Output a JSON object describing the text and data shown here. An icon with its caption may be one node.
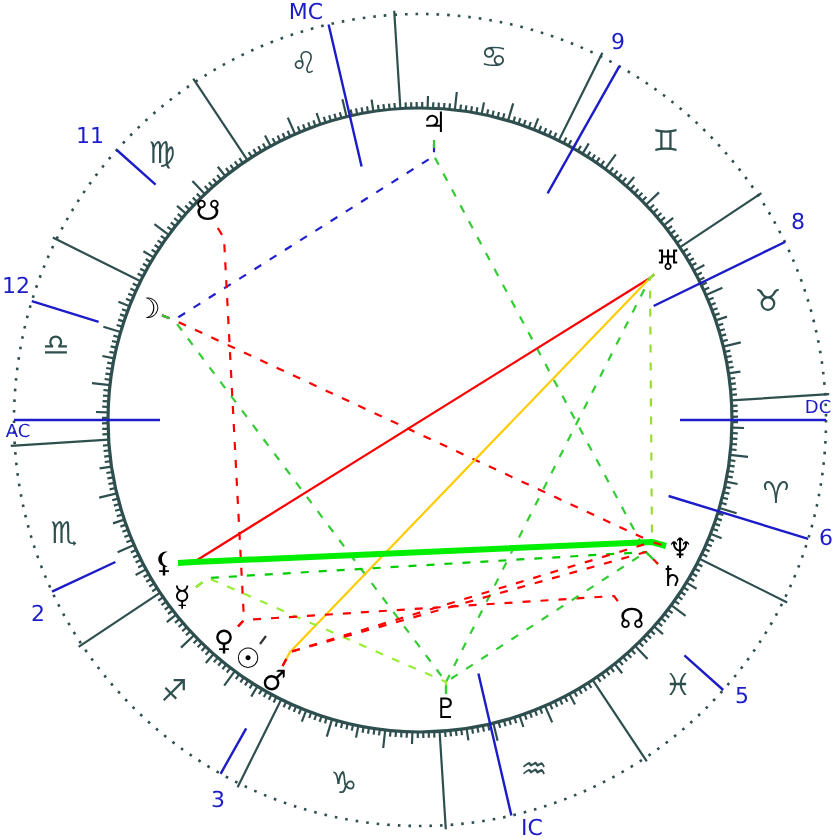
{
  "diagram": {
    "nodes": [
      {
        "text": [
          "♃"
        ]
      },
      {
        "text": [
          "☋"
        ]
      },
      {
        "text": [
          "♅"
        ]
      },
      {
        "text": [
          "☽"
        ]
      },
      {
        "text": [
          "♆"
        ]
      },
      {
        "text": [
          "⚸"
        ]
      },
      {
        "text": [
          "♄"
        ]
      },
      {
        "text": [
          "☿"
        ]
      },
      {
        "text": [
          "☊"
        ]
      },
      {
        "text": [
          "♀"
        ]
      },
      {
        "text": [
          "☉"
        ]
      },
      {
        "text": [
          "♂"
        ]
      },
      {
        "text": [
          "♇"
        ]
      }
    ],
    "edges": [
      {
        "from": 3,
        "to": 0,
        "arrow": "none",
        "style": "dashed",
        "color": "#2020d0"
      },
      {
        "from": 1,
        "to": 9,
        "arrow": "none",
        "style": "dashed",
        "color": "#ff0000"
      },
      {
        "from": 3,
        "to": 4,
        "arrow": "none",
        "style": "dashed",
        "color": "#ff0000"
      },
      {
        "from": 3,
        "to": 12,
        "arrow": "none",
        "style": "dashed",
        "color": "#33cc33"
      },
      {
        "from": 0,
        "to": 6,
        "arrow": "none",
        "style": "dashed",
        "color": "#33cc33"
      },
      {
        "from": 2,
        "to": 5,
        "arrow": "none",
        "color": "#ff0000"
      },
      {
        "from": 2,
        "to": 11,
        "arrow": "none",
        "color": "#ffcc00"
      },
      {
        "from": 2,
        "to": 12,
        "arrow": "none",
        "style": "dashed",
        "color": "#33cc33"
      },
      {
        "from": 2,
        "to": 4,
        "arrow": "none",
        "style": "dashed",
        "color": "#99dd33"
      },
      {
        "from": 5,
        "to": 4,
        "arrow": "none",
        "style": "thick",
        "color": "#00ee00"
      },
      {
        "from": 7,
        "to": 6,
        "arrow": "none",
        "style": "dashed",
        "color": "#00cc00"
      },
      {
        "from": 7,
        "to": 12,
        "arrow": "none",
        "style": "dashed",
        "color": "#99ee33"
      },
      {
        "from": 9,
        "to": 8,
        "arrow": "none",
        "style": "dashed",
        "color": "#ff0000"
      },
      {
        "from": 11,
        "to": 6,
        "arrow": "none",
        "style": "dashed",
        "color": "#ff0000"
      },
      {
        "from": 11,
        "to": 4,
        "arrow": "none",
        "style": "dashed",
        "color": "#ff0000"
      },
      {
        "from": 12,
        "to": 6,
        "arrow": "none",
        "style": "dashed",
        "color": "#33cc33"
      }
    ],
    "labels": [
      "MC",
      "♌",
      "♋",
      "9",
      "11",
      "♍",
      "♊",
      "8",
      "12",
      "♉",
      "♎",
      "DC",
      "AC",
      "♈",
      "♏",
      "6",
      "2",
      "♐",
      "♓",
      "5",
      "3",
      "♑",
      "♒",
      "IC"
    ]
  }
}
